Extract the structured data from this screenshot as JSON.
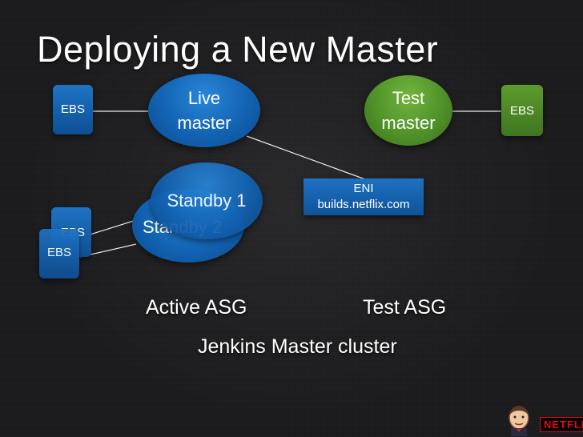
{
  "slide": {
    "title": "Deploying a New Master",
    "nodes": {
      "ebs_live": "EBS",
      "ebs_test": "EBS",
      "ebs_standby_1": "EBS",
      "ebs_standby_2": "EBS",
      "live_master": [
        "Live",
        "master"
      ],
      "test_master": [
        "Test",
        "master"
      ],
      "standby_1": "Standby 1",
      "standby_2": "Standby 2",
      "eni": [
        "ENI",
        "builds.netflix.com"
      ]
    },
    "groups": {
      "active_asg": "Active ASG",
      "test_asg": "Test ASG",
      "cluster": "Jenkins Master cluster"
    },
    "logos": {
      "netflix": "NETFLIX",
      "jenkins_icon": "jenkins-butler-icon"
    },
    "colors": {
      "blue": "#1363b3",
      "green": "#4e8f28",
      "background": "#1b1b1d"
    }
  }
}
